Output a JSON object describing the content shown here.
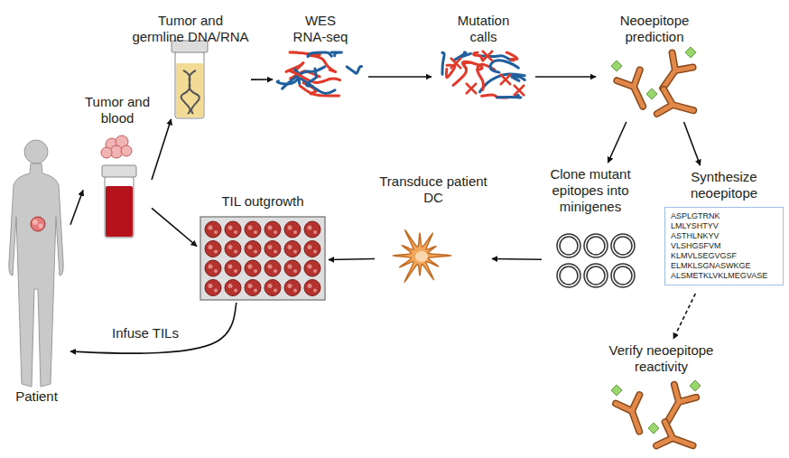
{
  "diagram": {
    "nodes": [
      {
        "text": [
          "Patient"
        ]
      },
      {
        "text": [
          "Tumor and blood"
        ]
      },
      {
        "text": [
          "Tumor and germline DNA/RNA"
        ]
      },
      {
        "text": [
          "WES RNA-seq"
        ]
      },
      {
        "text": [
          "Mutation calls"
        ]
      },
      {
        "text": [
          "Neoepitope prediction"
        ]
      },
      {
        "text": [
          "Clone mutant epitopes into minigenes"
        ]
      },
      {
        "text": [
          "Synthesize neoepitope",
          "ASPLGTRNK",
          "LMLYSHTYV",
          "ASTHLNKYV",
          "VLSHGSFVM",
          "KLMVLSEGVGSF",
          "ELMKLSGNASWKGE",
          "ALSMETKLVKLMEGVASE"
        ]
      },
      {
        "text": [
          "Verify neoepitope reactivity"
        ]
      },
      {
        "text": [
          "Transduce patient DC"
        ]
      },
      {
        "text": [
          "TIL outgrowth"
        ]
      }
    ],
    "edges": [
      {
        "from": 0,
        "to": 1,
        "arrow": "to"
      },
      {
        "from": 1,
        "to": 2,
        "arrow": "to"
      },
      {
        "from": 1,
        "to": 10,
        "arrow": "to"
      },
      {
        "from": 2,
        "to": 3,
        "arrow": "to"
      },
      {
        "from": 3,
        "to": 4,
        "arrow": "to"
      },
      {
        "from": 4,
        "to": 5,
        "arrow": "to"
      },
      {
        "from": 5,
        "to": 6,
        "arrow": "to"
      },
      {
        "from": 5,
        "to": 7,
        "arrow": "to"
      },
      {
        "from": 6,
        "to": 9,
        "arrow": "to"
      },
      {
        "from": 9,
        "to": 10,
        "arrow": "to"
      },
      {
        "from": 7,
        "to": 8,
        "arrow": "to"
      },
      {
        "from": 10,
        "to": 0,
        "label": "Infuse TILs",
        "arrow": "to"
      }
    ]
  }
}
